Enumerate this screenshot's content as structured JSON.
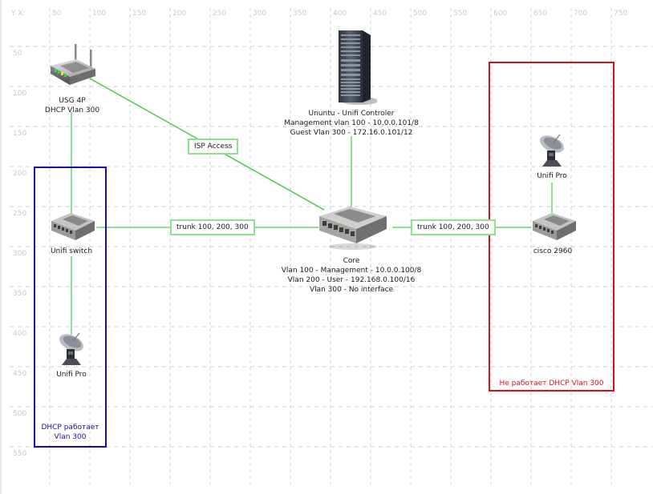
{
  "axis": {
    "corner_label": "Y X:",
    "x_ticks": [
      "50",
      "100",
      "150",
      "200",
      "250",
      "300",
      "350",
      "400",
      "450",
      "500",
      "550",
      "600",
      "650",
      "700",
      "750"
    ],
    "y_ticks": [
      "50",
      "100",
      "150",
      "200",
      "250",
      "300",
      "350",
      "400",
      "450",
      "500",
      "550"
    ]
  },
  "colors": {
    "link": "#8fe08f",
    "link_dark": "#4cc94c",
    "zone_working": "#1a0aa6",
    "zone_broken": "#d9101c",
    "grid": "#c8d0d6"
  },
  "nodes": {
    "usg": {
      "icon": "router-icon",
      "lines": [
        "USG 4P",
        "DHCP Vlan 300"
      ]
    },
    "controller": {
      "icon": "server-icon",
      "lines": [
        "Ununtu - Unifi Controler",
        "Management vlan 100 - 10.0.0.101/8",
        "Guest Vlan 300 - 172.16.0.101/12"
      ]
    },
    "unifi_switch": {
      "icon": "switch-icon",
      "lines": [
        "Unifi switch"
      ]
    },
    "core": {
      "icon": "switch-icon",
      "lines": [
        "Core",
        "Vlan 100 - Management - 10.0.0.100/8",
        "Vlan 200 - User - 192.168.0.100/16",
        "Vlan 300 - No interface"
      ]
    },
    "cisco": {
      "icon": "switch-icon",
      "lines": [
        "cisco 2960"
      ]
    },
    "ap_left": {
      "icon": "access-point-icon",
      "lines": [
        "Unifi Pro"
      ]
    },
    "ap_right": {
      "icon": "access-point-icon",
      "lines": [
        "Unifi Pro"
      ]
    }
  },
  "links": {
    "isp": "ISP Access",
    "trunk_left": "trunk 100, 200, 300",
    "trunk_right": "trunk 100, 200, 300"
  },
  "zones": {
    "working": {
      "lines": [
        "DHCP работает",
        "Vlan 300"
      ]
    },
    "broken": {
      "lines": [
        "Не работает DHCP Vlan 300"
      ]
    }
  }
}
